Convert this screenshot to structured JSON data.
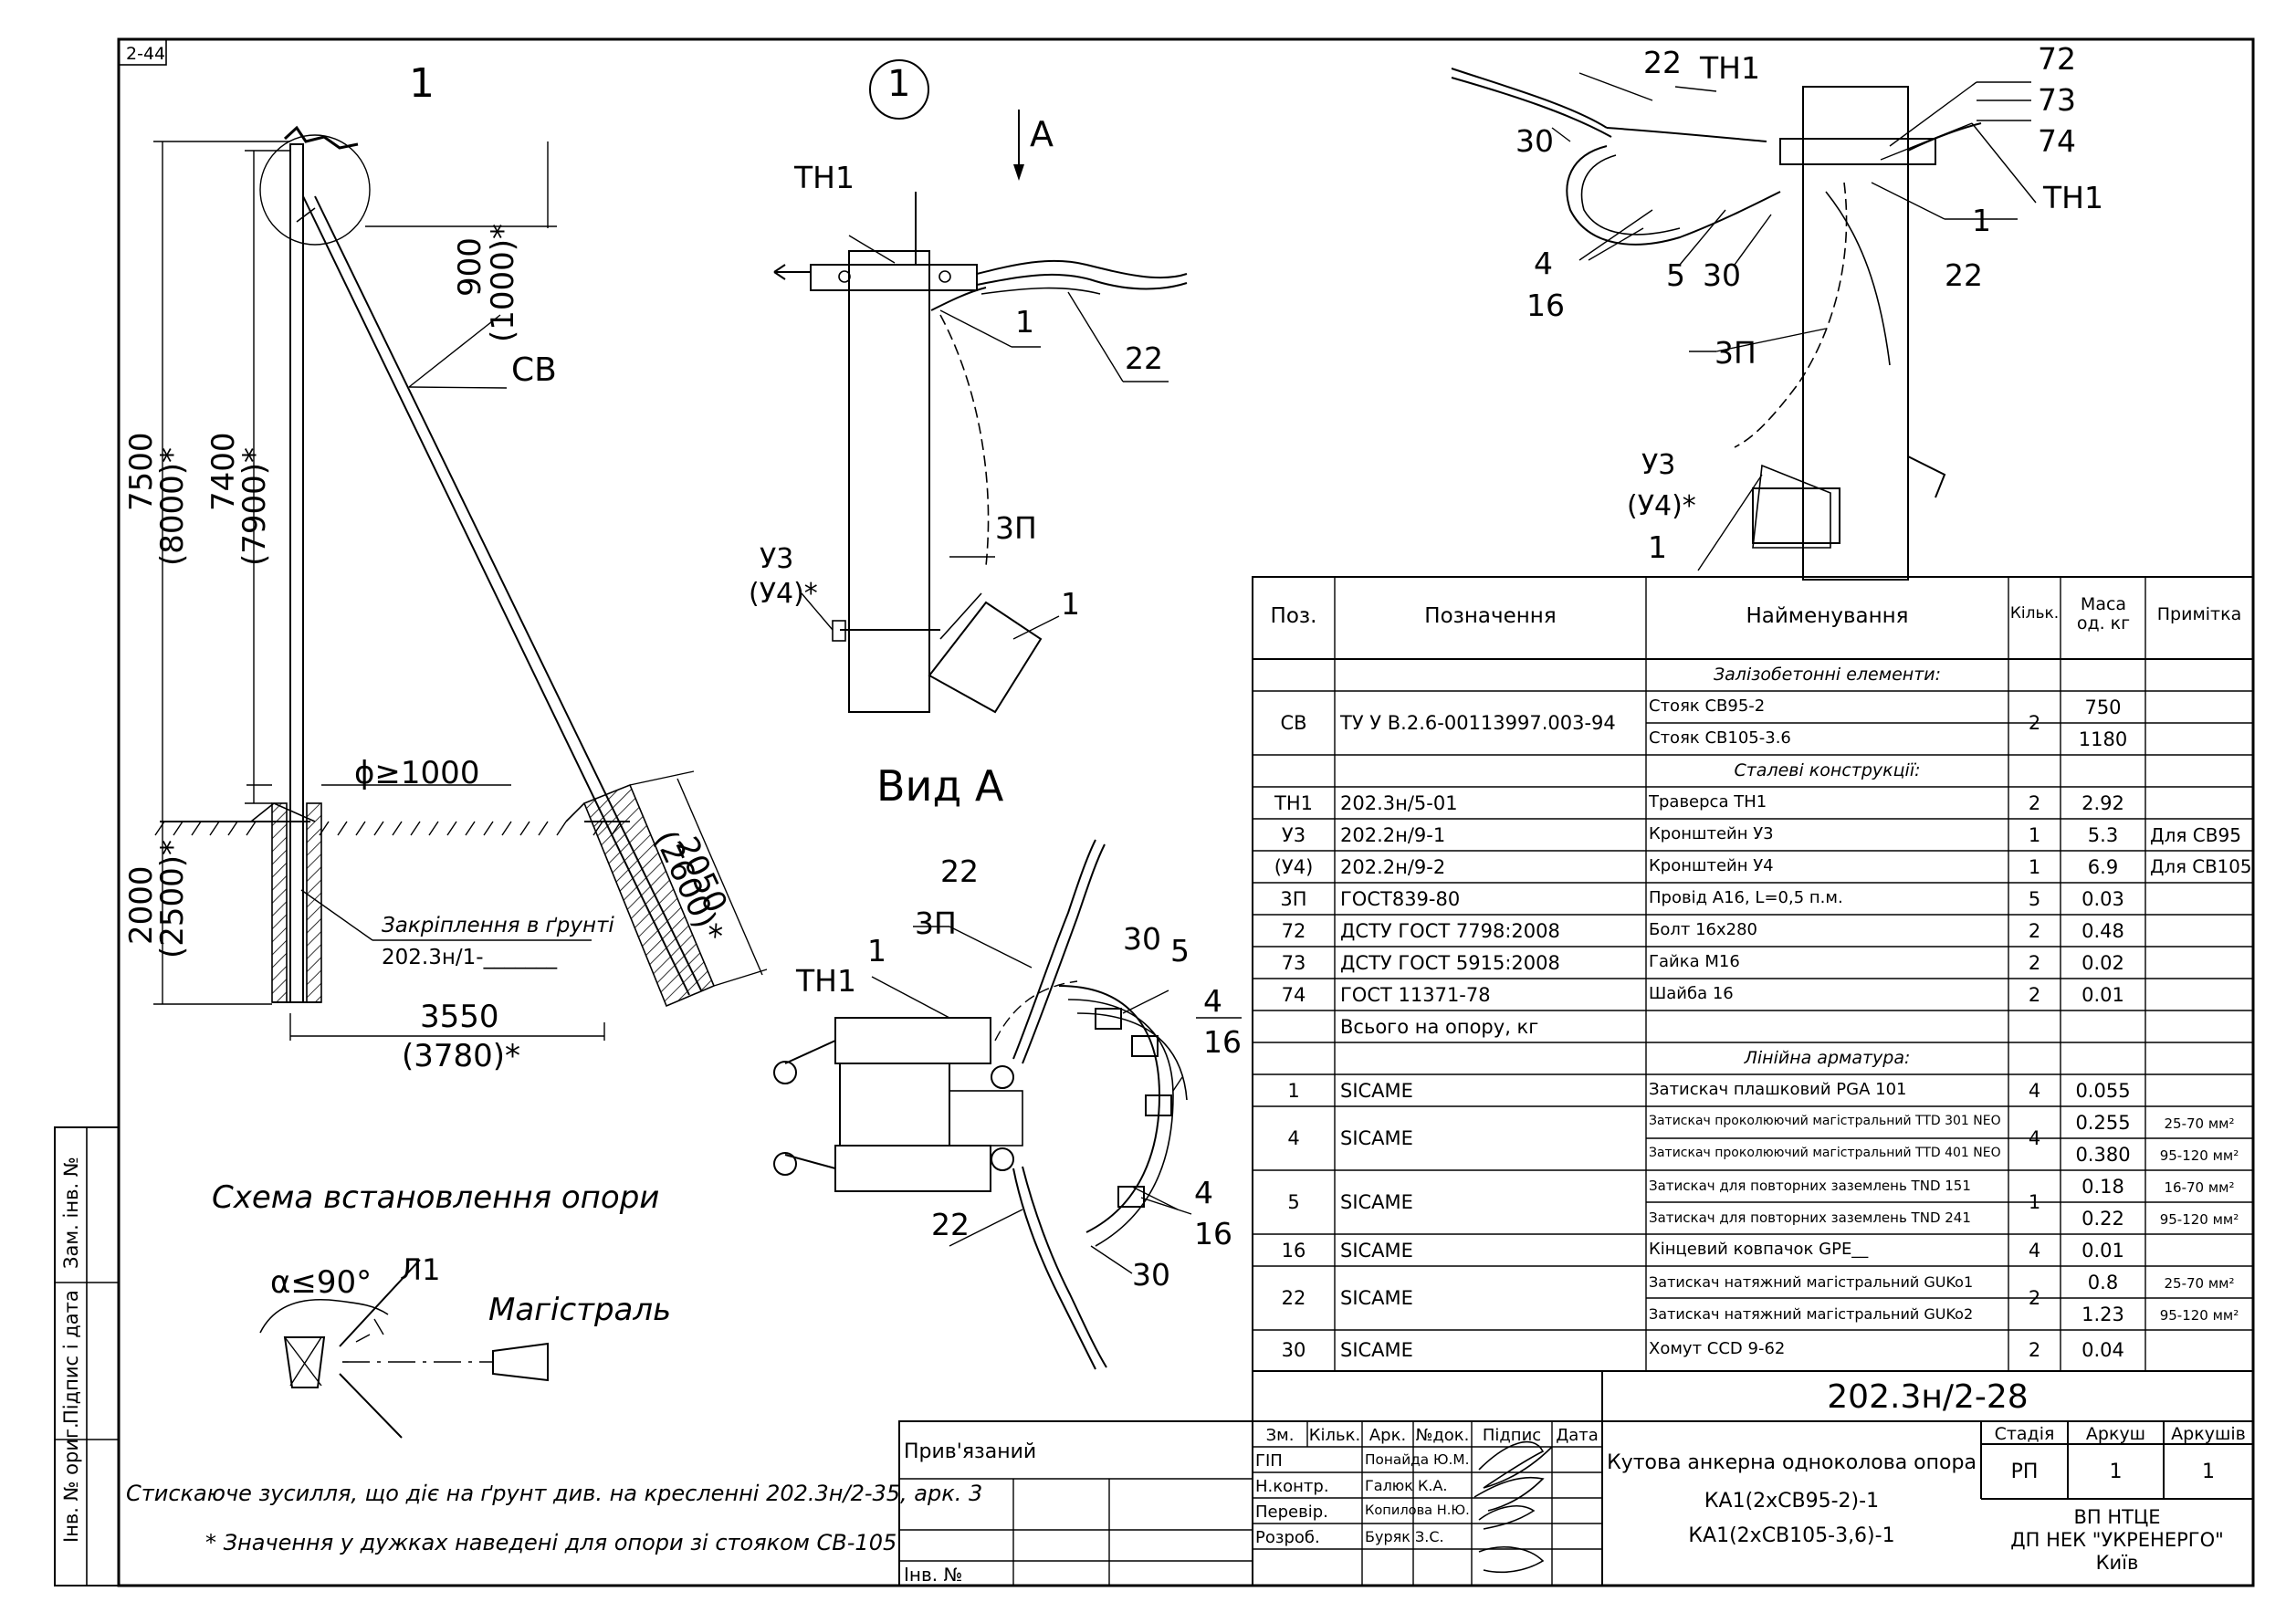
{
  "sheet": {
    "corner_code": "2-44",
    "callout": "1",
    "view_title": "Вид А",
    "view_arrow": "А",
    "scheme_title": "Схема встановлення опори",
    "angle": "α≤90°",
    "line_label": "Л1",
    "mainline": "Магістраль",
    "note_compression": "Стискаюче зусилля, що діє на ґрунт див. на кресленні 202.3н/2-35, арк. 3",
    "note_brackets": "* Значення у дужках наведені для опори зі стояком СВ-105"
  },
  "side_labels": [
    "Інв. № ориг.",
    "Підпис і дата",
    "Зам. інв. №"
  ],
  "pole_drawing": {
    "label_cb": "СВ",
    "dim_7500": "7500",
    "dim_8000": "(8000)*",
    "dim_7400": "7400",
    "dim_7900": "(7900)*",
    "dim_900": "900",
    "dim_1000": "(1000)*",
    "dim_diam": "ϕ≥1000",
    "dim_2000": "2000",
    "dim_2500": "(2500)*",
    "dim_2050": "2050",
    "dim_2600": "(2600)*",
    "dim_3550": "3550",
    "dim_3780": "(3780)*",
    "ground_note": "Закріплення в ґрунті",
    "ground_ref": "202.3н/1-_______"
  },
  "detail1": {
    "labels": {
      "tn1": "ТН1",
      "n1a": "1",
      "n22": "22",
      "zp": "3П",
      "u3": "У3",
      "u4": "(У4)*",
      "n1b": "1"
    }
  },
  "view_a": {
    "labels": {
      "n22a": "22",
      "zp": "3П",
      "n1": "1",
      "tn1": "ТН1",
      "n30a": "30",
      "n5": "5",
      "n4a": "4",
      "n16a": "16",
      "n4b": "4",
      "n16b": "16",
      "n22b": "22",
      "n30b": "30"
    }
  },
  "detail_top": {
    "labels": {
      "n22": "22",
      "tn1a": "ТН1",
      "n30a": "30",
      "n72": "72",
      "n73": "73",
      "n74": "74",
      "tn1b": "ТН1",
      "n1a": "1",
      "n4": "4",
      "n16": "16",
      "n5": "5",
      "n30b": "30",
      "n22b": "22",
      "zp": "3П",
      "u3": "У3",
      "u4": "(У4)*",
      "n1b": "1"
    }
  },
  "spec_table": {
    "headers": {
      "pos": "Поз.",
      "designation": "Позначення",
      "name": "Найменування",
      "qty": "Кільк.",
      "mass": "Маса од. кг",
      "note": "Примітка"
    },
    "sections": {
      "rc": "Залізобетонні елементи:",
      "steel": "Сталеві конструкції:",
      "fittings": "Лінійна арматура:"
    },
    "rows": [
      {
        "pos": "СВ",
        "designation": "ТУ У В.2.6-00113997.003-94",
        "name": "Стояк СВ95-2",
        "qty": "2",
        "mass": "750",
        "note": ""
      },
      {
        "pos": "",
        "designation": "",
        "name": "Стояк СВ105-3.6",
        "qty": "",
        "mass": "1180",
        "note": ""
      },
      {
        "pos": "ТН1",
        "designation": "202.3н/5-01",
        "name": "Траверса ТН1",
        "qty": "2",
        "mass": "2.92",
        "note": ""
      },
      {
        "pos": "У3",
        "designation": "202.2н/9-1",
        "name": "Кронштейн У3",
        "qty": "1",
        "mass": "5.3",
        "note": "Для СВ95"
      },
      {
        "pos": "(У4)",
        "designation": "202.2н/9-2",
        "name": "Кронштейн У4",
        "qty": "1",
        "mass": "6.9",
        "note": "Для СВ105"
      },
      {
        "pos": "3П",
        "designation": "ГОСТ839-80",
        "name": "Провід А16, L=0,5 п.м.",
        "qty": "5",
        "mass": "0.03",
        "note": ""
      },
      {
        "pos": "72",
        "designation": "ДСТУ ГОСТ 7798:2008",
        "name": "Болт 16х280",
        "qty": "2",
        "mass": "0.48",
        "note": ""
      },
      {
        "pos": "73",
        "designation": "ДСТУ ГОСТ 5915:2008",
        "name": "Гайка М16",
        "qty": "2",
        "mass": "0.02",
        "note": ""
      },
      {
        "pos": "74",
        "designation": "ГОСТ 11371-78",
        "name": "Шайба 16",
        "qty": "2",
        "mass": "0.01",
        "note": ""
      },
      {
        "pos": "",
        "designation": "Всього на опору, кг",
        "name": "",
        "qty": "",
        "mass": "",
        "note": ""
      },
      {
        "pos": "1",
        "designation": "SICAME",
        "name": "Затискач плашковий PGA 101",
        "qty": "4",
        "mass": "0.055",
        "note": ""
      },
      {
        "pos": "4",
        "designation": "SICAME",
        "name": "Затискач проколюючий магістральний TTD 301 NEO",
        "qty": "4",
        "mass": "0.255",
        "note": "25-70 мм²"
      },
      {
        "pos": "",
        "designation": "",
        "name": "Затискач проколюючий магістральний TTD 401 NEO",
        "qty": "",
        "mass": "0.380",
        "note": "95-120 мм²"
      },
      {
        "pos": "5",
        "designation": "SICAME",
        "name": "Затискач для повторних заземлень TND 151",
        "qty": "1",
        "mass": "0.18",
        "note": "16-70 мм²"
      },
      {
        "pos": "",
        "designation": "",
        "name": "Затискач для повторних заземлень TND 241",
        "qty": "",
        "mass": "0.22",
        "note": "95-120 мм²"
      },
      {
        "pos": "16",
        "designation": "SICAME",
        "name": "Кінцевий ковпачок GPE__",
        "qty": "4",
        "mass": "0.01",
        "note": ""
      },
      {
        "pos": "22",
        "designation": "SICAME",
        "name": "Затискач натяжний магістральний GUKo1",
        "qty": "2",
        "mass": "0.8",
        "note": "25-70 мм²"
      },
      {
        "pos": "",
        "designation": "",
        "name": "Затискач натяжний магістральний GUKo2",
        "qty": "",
        "mass": "1.23",
        "note": "95-120 мм²"
      },
      {
        "pos": "30",
        "designation": "SICAME",
        "name": "Хомут CCD 9-62",
        "qty": "2",
        "mass": "0.04",
        "note": ""
      }
    ]
  },
  "title_block": {
    "doc_code": "202.3н/2-28",
    "bound": "Прив'язаний",
    "inv": "Інв. №",
    "cols": {
      "zm": "Зм.",
      "kilk": "Кільк.",
      "ark": "Арк.",
      "ndoc": "№док.",
      "pidpys": "Підпис",
      "data": "Дата"
    },
    "roles": [
      {
        "role": "ГІП",
        "name": "Понайда Ю.М."
      },
      {
        "role": "Н.контр.",
        "name": "Галюк К.А."
      },
      {
        "role": "Перевір.",
        "name": "Копилова Н.Ю."
      },
      {
        "role": "Розроб.",
        "name": "Буряк З.С."
      }
    ],
    "object_title": "Кутова анкерна одноколова опора",
    "object_code1": "КА1(2хСВ95-2)-1",
    "object_code2": "КА1(2хСВ105-3,6)-1",
    "stage_label": "Стадія",
    "sheet_label": "Аркуш",
    "sheets_label": "Аркушів",
    "stage": "РП",
    "sheet": "1",
    "sheets": "1",
    "org1": "ВП НТЦЕ",
    "org2": "ДП НЕК \"УКРЕНЕРГО\"",
    "org3": "Київ"
  }
}
